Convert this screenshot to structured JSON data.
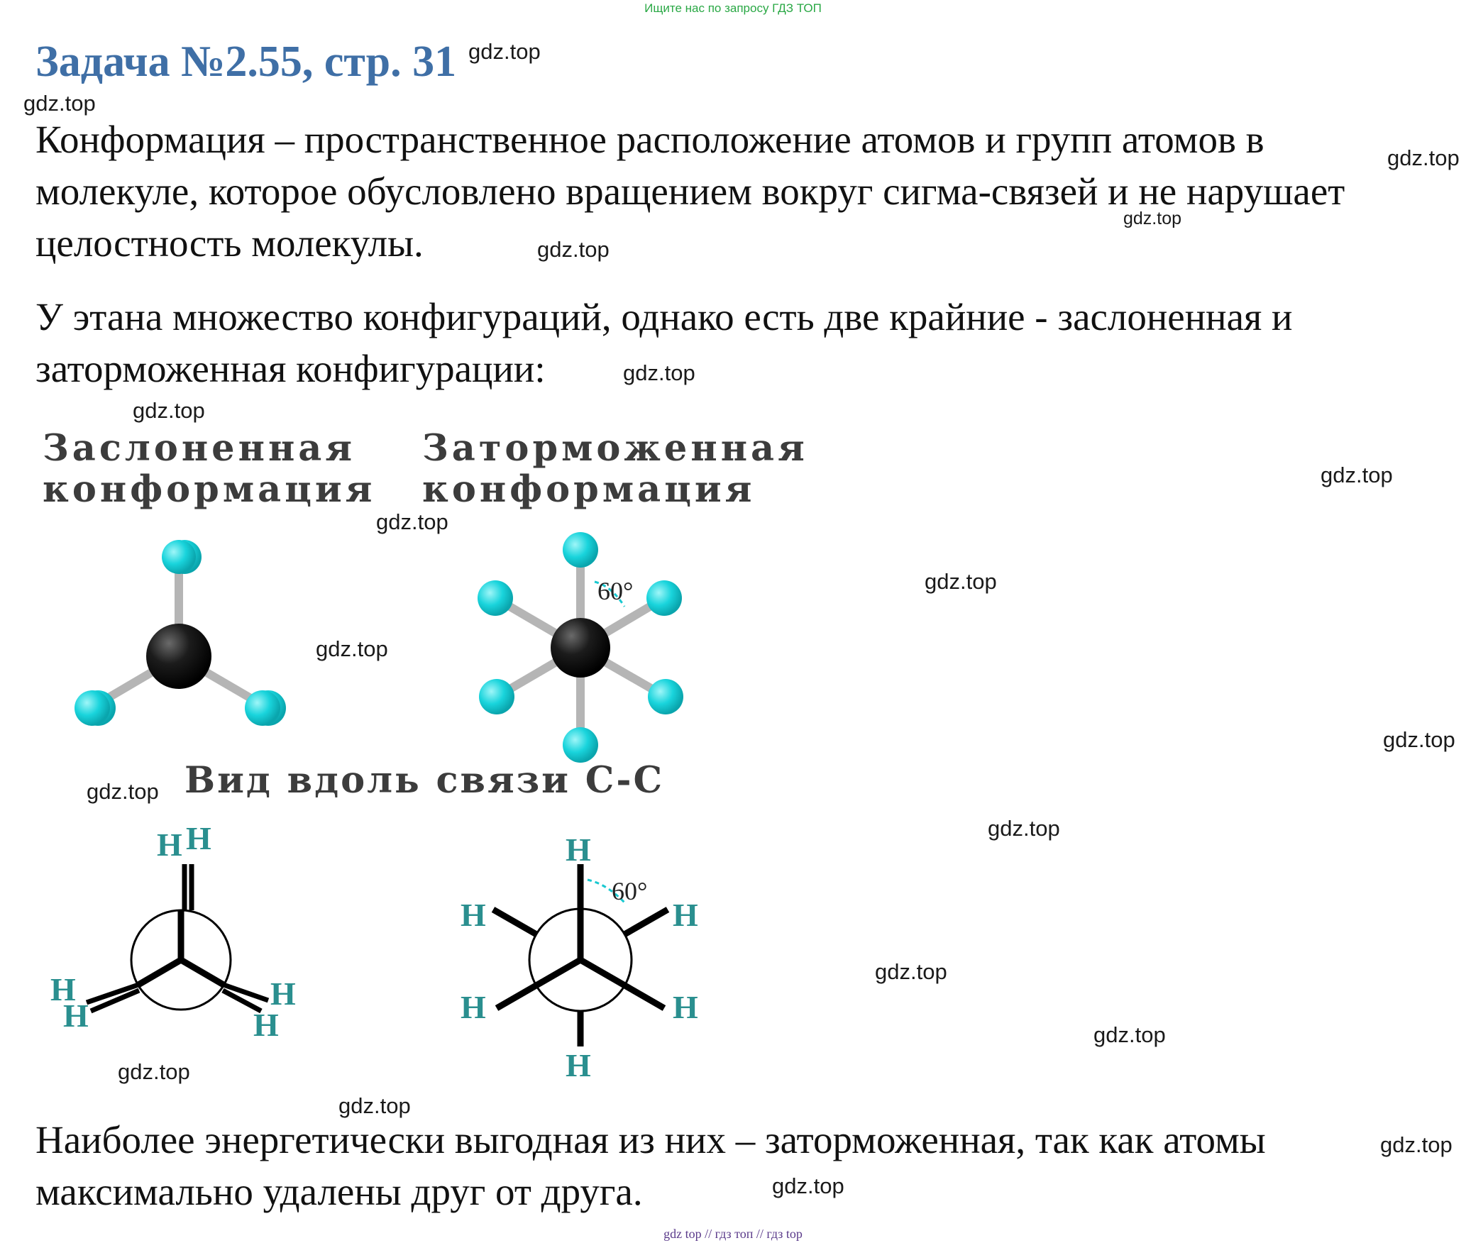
{
  "header": {
    "banner": "Ищите нас по запросу ГДЗ ТОП"
  },
  "title": "Задача №2.55, стр. 31",
  "paragraphs": {
    "p1": [
      "Конформация – пространственное расположение атомов и групп атомов в",
      "молекуле, которое обусловлено вращением вокруг сигма-связей и не нарушает",
      "целостность молекулы."
    ],
    "p2": [
      "У этана множество конфигураций, однако есть две крайние - заслоненная и",
      "заторможенная конфигурации:"
    ],
    "p3": [
      "Наиболее энергетически выгодная из них – заторможенная, так как атомы",
      "максимально удалены друг от друга."
    ]
  },
  "figure": {
    "eclipsed_title": [
      "Заслоненная",
      "конформация"
    ],
    "staggered_title": [
      "Заторможенная",
      "конформация"
    ],
    "angle_label": "60°",
    "view_caption": "Вид вдоль связи С-С",
    "atom_label": "H",
    "colors": {
      "carbon": "#141414",
      "hydrogen": "#19d4dc",
      "bond": "#b5b5b5",
      "h_label": "#2a8f8f"
    }
  },
  "watermark": "gdz.top",
  "footer": "gdz top // гдз топ // гдз top"
}
